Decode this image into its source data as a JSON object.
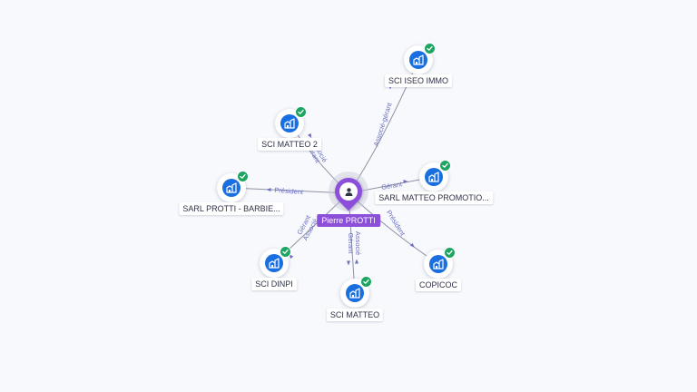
{
  "center": {
    "label": "Pierre PROTTI",
    "icon": "person-icon",
    "color": "#8b4fd9"
  },
  "companies": [
    {
      "id": "sci-iseo-immo",
      "label": "SCI ISEO IMMO",
      "icon": "company-building-icon",
      "verified": true
    },
    {
      "id": "sci-matteo-2",
      "label": "SCI MATTEO 2",
      "icon": "company-building-icon",
      "verified": true
    },
    {
      "id": "sarl-matteo-promotion",
      "label": "SARL MATTEO PROMOTIO...",
      "icon": "company-building-icon",
      "verified": true
    },
    {
      "id": "sarl-protti-barbier",
      "label": "SARL PROTTI - BARBIE...",
      "icon": "company-building-icon",
      "verified": true
    },
    {
      "id": "sci-dinpi",
      "label": "SCI DINPI",
      "icon": "company-building-icon",
      "verified": true
    },
    {
      "id": "copicoc",
      "label": "COPICOC",
      "icon": "company-building-icon",
      "verified": true
    },
    {
      "id": "sci-matteo",
      "label": "SCI MATTEO",
      "icon": "company-building-icon",
      "verified": true
    }
  ],
  "relations": [
    {
      "target": "sci-iseo-immo",
      "labels": [
        "Associé-gérant"
      ]
    },
    {
      "target": "sci-matteo-2",
      "labels": [
        "Gérant",
        "Associé"
      ]
    },
    {
      "target": "sarl-matteo-promotion",
      "labels": [
        "Gérant"
      ]
    },
    {
      "target": "sarl-protti-barbier",
      "labels": [
        "Président"
      ]
    },
    {
      "target": "sci-dinpi",
      "labels": [
        "Gérant",
        "Associé"
      ]
    },
    {
      "target": "copicoc",
      "labels": [
        "Président"
      ]
    },
    {
      "target": "sci-matteo",
      "labels": [
        "Gérant",
        "Associé"
      ]
    }
  ],
  "colors": {
    "company": "#1a6fe0",
    "verified": "#1fa463",
    "edge_label": "#6a6ec0",
    "edge": "#8e93a6"
  }
}
